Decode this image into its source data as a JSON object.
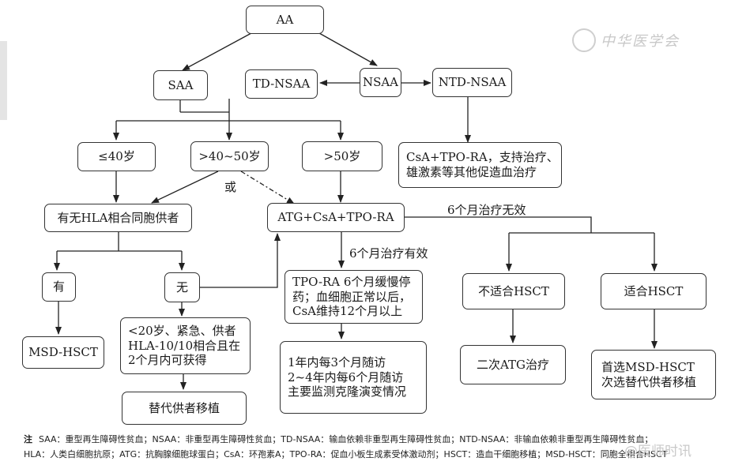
{
  "watermark": {
    "brand": "中华医学会",
    "corner": "@医师时讯"
  },
  "nodes": {
    "aa": "AA",
    "saa": "SAA",
    "td_nsaa": "TD-NSAA",
    "nsaa": "NSAA",
    "ntd_nsaa": "NTD-NSAA",
    "age_le40": "≤40岁",
    "age_40_50": ">40~50岁",
    "age_gt50": ">50岁",
    "ntd_treatment": [
      "CsA+TPO-RA，支持治疗、",
      "雄激素等其他促造血治疗"
    ],
    "hla_donor": "有无HLA相合同胞供者",
    "ist": "ATG+CsA+TPO-RA",
    "has": "有",
    "none": "无",
    "msd_hsct": "MSD-HSCT",
    "tpo_taper": [
      "TPO-RA 6个月缓慢停",
      "药；血细胞正常以后，",
      "CsA维持12个月以上"
    ],
    "not_fit_hsct": "不适合HSCT",
    "fit_hsct": "适合HSCT",
    "urgent": [
      "<20岁、紧急、供者",
      "HLA-10/10相合且在",
      "2个月内可获得"
    ],
    "followup": [
      "1年内每3个月随访",
      "2~4年内每6个月随访",
      "主要监测克隆演变情况"
    ],
    "second_atg": "二次ATG治疗",
    "first_choice": [
      "首选MSD-HSCT",
      "次选替代供者移植"
    ],
    "alt_donor": "替代供者移植"
  },
  "edge_labels": {
    "or": "或",
    "ineffective": "6个月治疗无效",
    "effective": "6个月治疗有效"
  },
  "notes": {
    "marker": "注",
    "line1": "SAA：重型再生障碍性贫血；NSAA：非重型再生障碍性贫血；TD-NSAA：输血依赖非重型再生障碍性贫血；NTD-NSAA：非输血依赖非重型再生障碍性贫血；",
    "line2": "HLA：人类白细胞抗原；ATG：抗胸腺细胞球蛋白；CsA：环孢素A；TPO-RA：促血小板生成素受体激动剂；HSCT：造血干细胞移植；MSD-HSCT：同胞全相合HSCT"
  }
}
